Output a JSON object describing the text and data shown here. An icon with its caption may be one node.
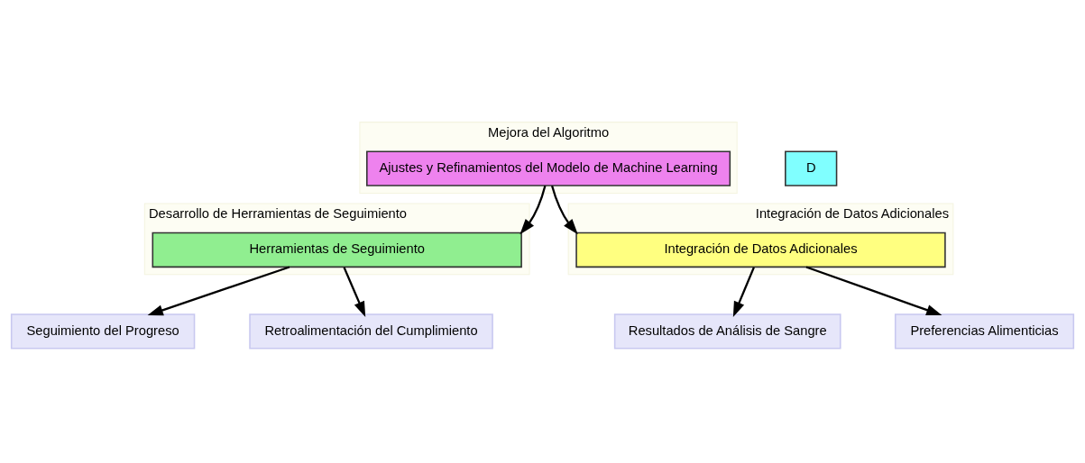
{
  "diagram": {
    "nodes": [
      {
        "text": [
          "Mejora del Algoritmo"
        ]
      },
      {
        "text": [
          "Ajustes y Refinamientos del Modelo de Machine Learning"
        ],
        "in": 0
      },
      {
        "text": [
          "D"
        ]
      },
      {
        "text": [
          "Desarrollo de Herramientas de Seguimiento"
        ]
      },
      {
        "text": [
          "Herramientas de Seguimiento"
        ],
        "in": 3
      },
      {
        "text": [
          "Integración de Datos Adicionales"
        ]
      },
      {
        "text": [
          "Integración de Datos Adicionales"
        ],
        "in": 5
      },
      {
        "text": [
          "Seguimiento del Progreso"
        ]
      },
      {
        "text": [
          "Retroalimentación del Cumplimiento"
        ]
      },
      {
        "text": [
          "Resultados de Análisis de Sangre"
        ]
      },
      {
        "text": [
          "Preferencias Alimenticias"
        ]
      }
    ],
    "edges": [
      {
        "from": 1,
        "to": 4,
        "arrow": "to"
      },
      {
        "from": 1,
        "to": 6,
        "arrow": "to"
      },
      {
        "from": 4,
        "to": 7,
        "arrow": "to"
      },
      {
        "from": 4,
        "to": 8,
        "arrow": "to"
      },
      {
        "from": 6,
        "to": 9,
        "arrow": "to"
      },
      {
        "from": 6,
        "to": 10,
        "arrow": "to"
      }
    ]
  }
}
